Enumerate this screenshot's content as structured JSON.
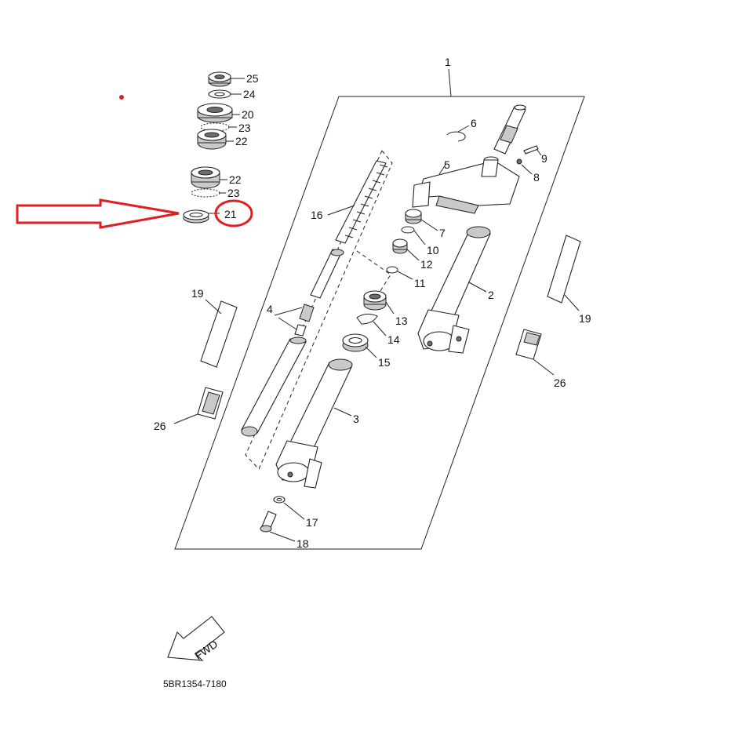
{
  "diagram": {
    "code": "5BR1354-7180",
    "fwd_label": "FWD",
    "highlight_color": "#e02020",
    "callouts": {
      "c1": "1",
      "c2": "2",
      "c3": "3",
      "c4": "4",
      "c5": "5",
      "c6": "6",
      "c7": "7",
      "c8": "8",
      "c9": "9",
      "c10": "10",
      "c11": "11",
      "c12": "12",
      "c13": "13",
      "c14": "14",
      "c15": "15",
      "c16": "16",
      "c17": "17",
      "c18": "18",
      "c19a": "19",
      "c19b": "19",
      "c20": "20",
      "c21": "21",
      "c22a": "22",
      "c22b": "22",
      "c23a": "23",
      "c23b": "23",
      "c24": "24",
      "c25": "25",
      "c26a": "26",
      "c26b": "26"
    }
  }
}
